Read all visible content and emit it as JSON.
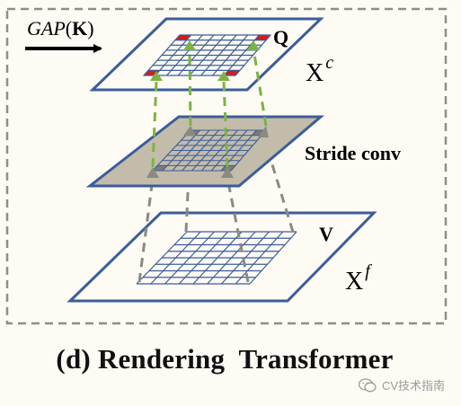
{
  "labels": {
    "gap_fn": "GAP",
    "gap_arg": "K",
    "q": "Q",
    "stride": "Stride conv",
    "v": "V",
    "xc_base": "X",
    "xc_sup": "c",
    "xf_base": "X",
    "xf_sup": "f"
  },
  "caption": "(d) Rendering  Transformer",
  "watermark": "CV技术指南",
  "colors": {
    "plane_border": "#3b5d9b",
    "grid_line": "#3b5d9b",
    "highlight_cell": "#d61c1c",
    "green_dash": "#7cb342",
    "gray_dash": "#8a8a82",
    "stride_fill": "#c3bcaa",
    "frame_dash": "#8e8e86"
  },
  "icons": [
    "right-arrow-icon",
    "wechat-icon"
  ]
}
